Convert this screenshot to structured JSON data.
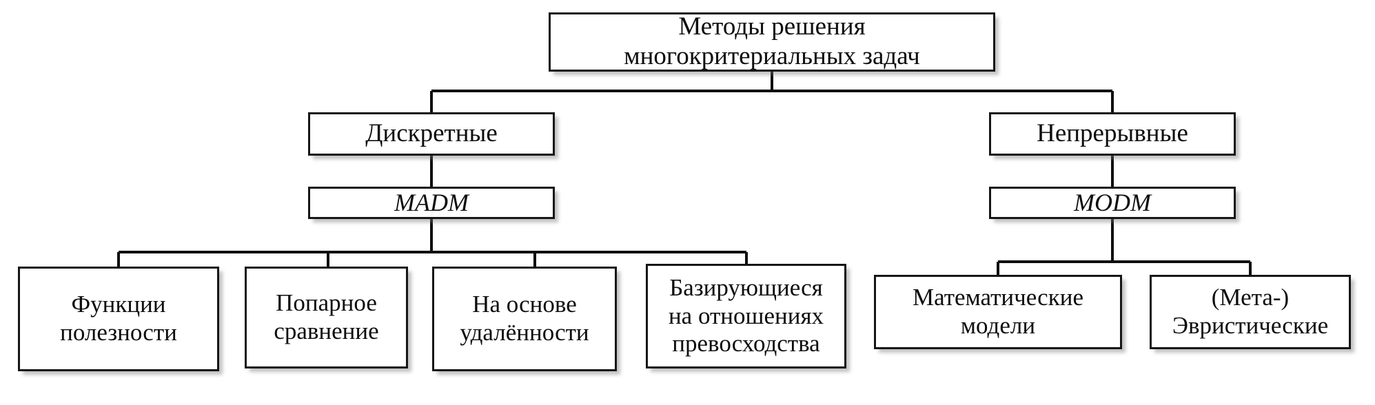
{
  "diagram": {
    "title_node": "Методы решения\nмногокритериальных задач",
    "language": "ru",
    "type": "hierarchy-tree",
    "colors": {
      "background": "#ffffff",
      "box_fill": "#ffffff",
      "box_border": "#161616",
      "text": "#0d0d0d",
      "connector": "#0d0d0d",
      "shadow": "rgba(120,120,120,0.45)"
    },
    "nodes": {
      "root": {
        "label": "Методы решения\nмногокритериальных задач"
      },
      "discrete": {
        "label": "Дискретные"
      },
      "continuous": {
        "label": "Непрерывные"
      },
      "madm": {
        "label": "MADM"
      },
      "modm": {
        "label": "MODM"
      },
      "utility_functions": {
        "label": "Функции\nполезности"
      },
      "pairwise_comparison": {
        "label": "Попарное\nсравнение"
      },
      "distance_based": {
        "label": "На основе\nудалённости"
      },
      "outranking": {
        "label": "Базирующиеся\nна отношениях\nпревосходства"
      },
      "math_models": {
        "label": "Математические\nмодели"
      },
      "meta_heuristics": {
        "label": "(Мета-)\nЭвристические"
      }
    },
    "edges": [
      {
        "from": "root",
        "to": "discrete"
      },
      {
        "from": "root",
        "to": "continuous"
      },
      {
        "from": "discrete",
        "to": "madm"
      },
      {
        "from": "continuous",
        "to": "modm"
      },
      {
        "from": "madm",
        "to": "utility_functions"
      },
      {
        "from": "madm",
        "to": "pairwise_comparison"
      },
      {
        "from": "madm",
        "to": "distance_based"
      },
      {
        "from": "madm",
        "to": "outranking"
      },
      {
        "from": "modm",
        "to": "math_models"
      },
      {
        "from": "modm",
        "to": "meta_heuristics"
      }
    ]
  }
}
